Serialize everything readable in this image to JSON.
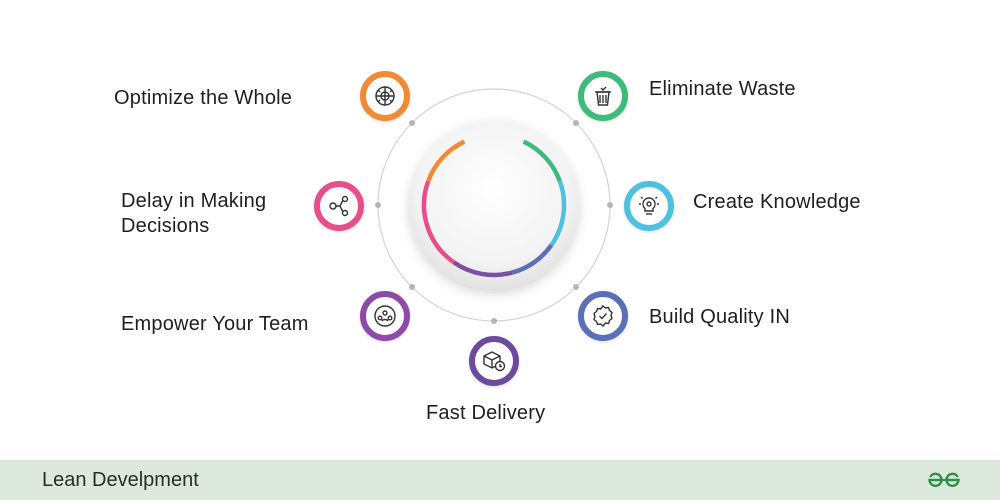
{
  "diagram": {
    "center_arc_colors": [
      "#f28a34",
      "#e84e8a",
      "#7b4fa6",
      "#5a6fb8",
      "#4ec1e0",
      "#3dbb7a"
    ],
    "principles": [
      {
        "key": "optimize",
        "label": "Optimize the Whole",
        "icon": "globe-gear-icon",
        "color": "#f28a34"
      },
      {
        "key": "eliminate",
        "label": "Eliminate Waste",
        "icon": "trash-bin-icon",
        "color": "#3dbb7a"
      },
      {
        "key": "delay",
        "label": "Delay in Making Decisions",
        "icon": "decision-tree-icon",
        "color": "#e84e8a"
      },
      {
        "key": "knowledge",
        "label": "Create Knowledge",
        "icon": "lightbulb-icon",
        "color": "#4ec1e0"
      },
      {
        "key": "empower",
        "label": "Empower Your Team",
        "icon": "team-network-icon",
        "color": "#8e4aa8"
      },
      {
        "key": "quality",
        "label": "Build Quality IN",
        "icon": "quality-badge-icon",
        "color": "#5a6fb8"
      },
      {
        "key": "delivery",
        "label": "Fast Delivery",
        "icon": "package-clock-icon",
        "color": "#6a4ba0"
      }
    ]
  },
  "footer": {
    "title": "Lean Develpment",
    "logo_text": "GfG",
    "logo_color": "#2f8d46"
  }
}
